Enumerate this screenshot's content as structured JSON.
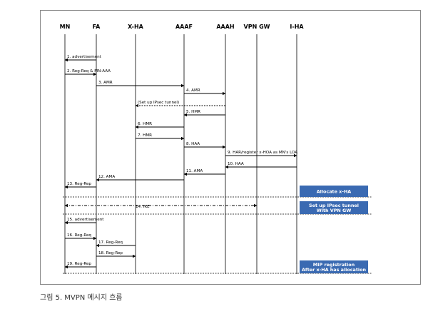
{
  "entities": [
    "MN",
    "FA",
    "X-HA",
    "AAAF",
    "AAAH",
    "VPN GW",
    "I-HA"
  ],
  "messages": [
    {
      "from": 1,
      "to": 0,
      "style": "solid",
      "label": "1. advertisement"
    },
    {
      "from": 0,
      "to": 1,
      "style": "solid",
      "label": "2. Reg-Req & MN-AAA"
    },
    {
      "from": 1,
      "to": 3,
      "style": "solid",
      "label": "3. AMR"
    },
    {
      "from": 3,
      "to": 4,
      "style": "solid",
      "label": "4. AMR"
    },
    {
      "from": 4,
      "to": 2,
      "style": "dashed",
      "label": "(Set up IPsec tunnel)"
    },
    {
      "from": 4,
      "to": 3,
      "style": "solid",
      "label": "5. HMR"
    },
    {
      "from": 3,
      "to": 2,
      "style": "solid",
      "label": "6. HMR"
    },
    {
      "from": 2,
      "to": 3,
      "style": "solid",
      "label": "7. HMR"
    },
    {
      "from": 3,
      "to": 4,
      "style": "solid",
      "label": "8. HAA"
    },
    {
      "from": 4,
      "to": 6,
      "style": "solid",
      "label": "9. HAR/register x-HOA as MN's LOA"
    },
    {
      "from": 6,
      "to": 4,
      "style": "solid",
      "label": "10. HAA"
    },
    {
      "from": 4,
      "to": 3,
      "style": "solid",
      "label": "11. AMA"
    },
    {
      "from": 3,
      "to": 1,
      "style": "solid",
      "label": "12. AMA"
    },
    {
      "from": 1,
      "to": 0,
      "style": "solid",
      "label": "13. Reg-Rep"
    },
    {
      "from": 0,
      "to": 5,
      "style": "dashdot-both",
      "label": "14. IKE"
    },
    {
      "from": 1,
      "to": 0,
      "style": "solid",
      "label": "15. advertisement"
    },
    {
      "from": 0,
      "to": 1,
      "style": "solid",
      "label": "16. Reg-Req"
    },
    {
      "from": 2,
      "to": 1,
      "style": "solid",
      "label": "17. Reg-Req"
    },
    {
      "from": 1,
      "to": 2,
      "style": "solid",
      "label": "18. Reg-Rep"
    },
    {
      "from": 1,
      "to": 0,
      "style": "solid",
      "label": "19. Reg-Rep"
    }
  ],
  "phase_boxes": [
    {
      "lines": [
        "Allocate x-HA"
      ],
      "separator_after_message": 13
    },
    {
      "lines": [
        "Set up IPsec tunnel",
        "With VPN GW"
      ],
      "separator_after_message": 14
    },
    {
      "lines": [
        "MIP registration",
        "After x-HA has allocation"
      ],
      "separator_after_message": 19
    }
  ],
  "colors": {
    "box_fill": "#3a6ab2",
    "line": "#000000",
    "lifeline": "#000000"
  },
  "caption": "그림 5. MVPN 메시지 흐름"
}
